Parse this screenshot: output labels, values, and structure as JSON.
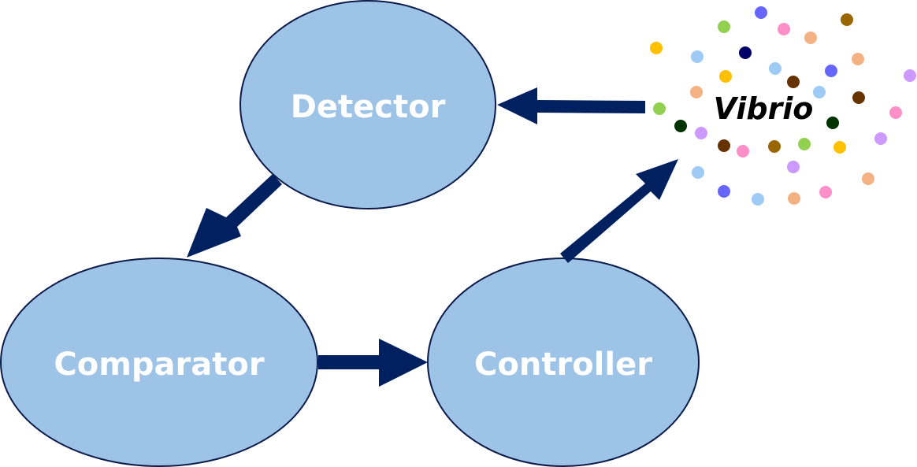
{
  "nodes": {
    "detector": {
      "label": "Detector"
    },
    "comparator": {
      "label": "Comparator"
    },
    "controller": {
      "label": "Controller"
    }
  },
  "bacteria": {
    "label": "Vibrio"
  },
  "colors": {
    "node_fill": "#9dc3e6",
    "node_stroke": "#0b1a4a",
    "arrow": "#002060",
    "node_text": "#ffffff",
    "dot_palette": [
      "#ffc000",
      "#92d050",
      "#6666ff",
      "#ff8fc8",
      "#f4b183",
      "#9966ff",
      "#9dcbf5",
      "#000066",
      "#996600",
      "#663300",
      "#003300",
      "#cc99ff"
    ]
  },
  "edges": [
    {
      "from": "bacteria",
      "to": "detector"
    },
    {
      "from": "detector",
      "to": "comparator"
    },
    {
      "from": "comparator",
      "to": "controller"
    },
    {
      "from": "controller",
      "to": "bacteria"
    }
  ]
}
